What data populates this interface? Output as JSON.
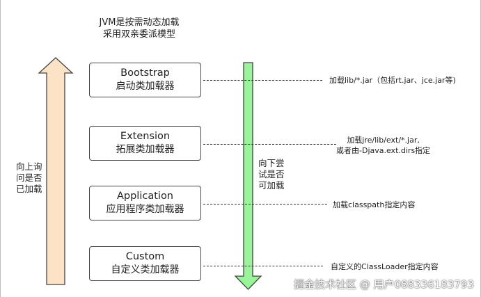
{
  "title": {
    "line1": "JVM是按需动态加载",
    "line2": "采用双亲委派模型"
  },
  "loaders": [
    {
      "en": "Bootstrap",
      "cn": "启动类加载器",
      "note": [
        "加载lib/*.jar（包括rt.jar、jce.jar等)"
      ]
    },
    {
      "en": "Extension",
      "cn": "拓展类加载器",
      "note": [
        "加载jre/lib/ext/*.jar,",
        "或者由-Djava.ext.dirs指定"
      ]
    },
    {
      "en": "Application",
      "cn": "应用程序类加载器",
      "note": [
        "加载classpath指定内容"
      ]
    },
    {
      "en": "Custom",
      "cn": "自定义类加载器",
      "note": [
        "自定义的ClassLoader指定内容"
      ]
    }
  ],
  "up_arrow": {
    "label": [
      "向上询",
      "问是否",
      "已加载"
    ],
    "fill": "#fde3c6",
    "stroke": "#444444"
  },
  "down_arrow": {
    "label": [
      "向下尝",
      "试是否",
      "可加载"
    ],
    "fill": "#98f598",
    "stroke": "#444444"
  },
  "watermark": "掘金技术社区 @ 用户088336183793"
}
